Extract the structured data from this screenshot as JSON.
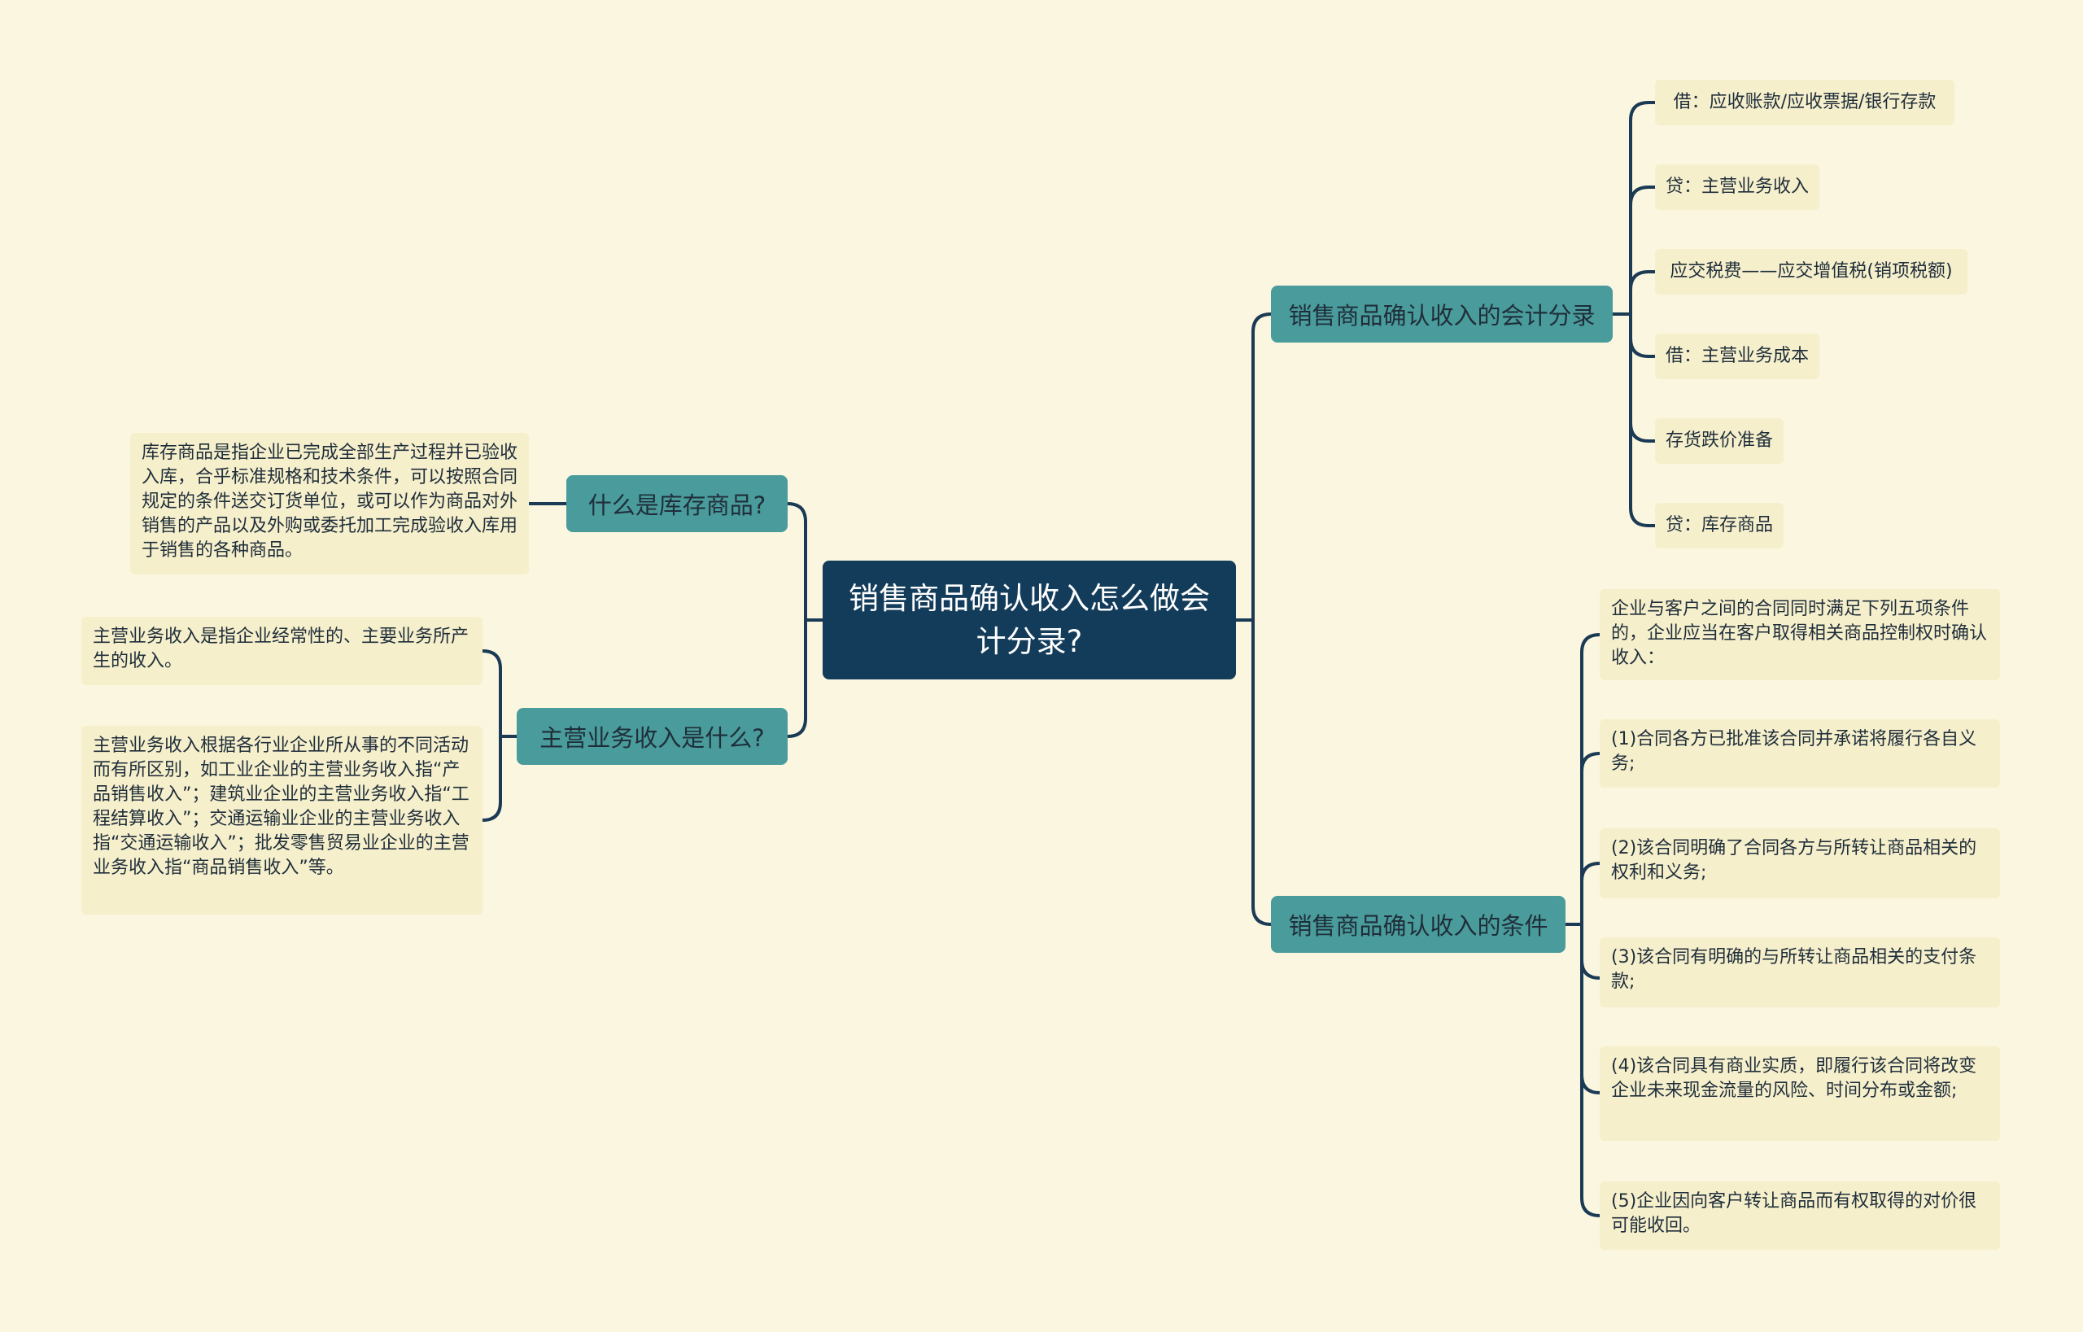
{
  "root": {
    "title": "销售商品确认收入怎么做会计分录?"
  },
  "branches": {
    "journal_entries": {
      "label": "销售商品确认收入的会计分录",
      "items": [
        "借：应收账款/应收票据/银行存款",
        "贷：主营业务收入",
        "应交税费——应交增值税(销项税额)",
        "借：主营业务成本",
        "存货跌价准备",
        "贷：库存商品"
      ]
    },
    "conditions": {
      "label": "销售商品确认收入的条件",
      "items": [
        "企业与客户之间的合同同时满足下列五项条件的，企业应当在客户取得相关商品控制权时确认收入：",
        "(1)合同各方已批准该合同并承诺将履行各自义务;",
        "(2)该合同明确了合同各方与所转让商品相关的权利和义务;",
        "(3)该合同有明确的与所转让商品相关的支付条款;",
        "(4)该合同具有商业实质，即履行该合同将改变企业未来现金流量的风险、时间分布或金额;",
        "(5)企业因向客户转让商品而有权取得的对价很可能收回。"
      ]
    },
    "inventory": {
      "label": "什么是库存商品?",
      "items": [
        "库存商品是指企业已完成全部生产过程并已验收入库，合乎标准规格和技术条件，可以按照合同规定的条件送交订货单位，或可以作为商品对外销售的产品以及外购或委托加工完成验收入库用于销售的各种商品。"
      ]
    },
    "main_revenue": {
      "label": "主营业务收入是什么?",
      "items": [
        "主营业务收入是指企业经常性的、主要业务所产生的收入。",
        "主营业务收入根据各行业企业所从事的不同活动而有所区别，如工业企业的主营业务收入指“产品销售收入”；建筑业企业的主营业务收入指“工程结算收入”；交通运输业企业的主营业务收入指“交通运输收入”；批发零售贸易业企业的主营业务收入指“商品销售收入”等。"
      ]
    }
  }
}
